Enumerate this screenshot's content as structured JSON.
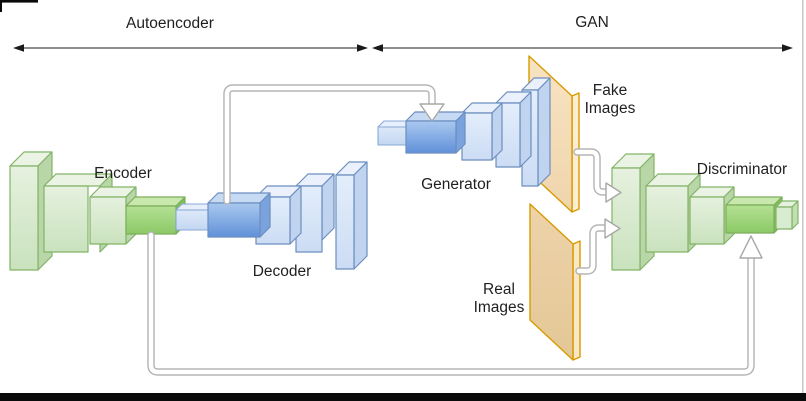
{
  "diagram": {
    "sections": [
      {
        "label": "Autoencoder"
      },
      {
        "label": "GAN"
      }
    ],
    "nodes": {
      "encoder": {
        "label": "Encoder"
      },
      "decoder": {
        "label": "Decoder"
      },
      "generator": {
        "label": "Generator"
      },
      "discriminator": {
        "label": "Discriminator"
      },
      "fake_images": {
        "line1": "Fake",
        "line2": "Images"
      },
      "real_images": {
        "line1": "Real",
        "line2": "Images"
      }
    },
    "colors": {
      "green_fill": "#d5e8d4",
      "green_border": "#82b366",
      "green_accent": "#97d077",
      "blue_fill": "#dae8fc",
      "blue_border": "#6c8ebf",
      "blue_accent": "#7ea6e0",
      "orange_fill": "#ffe6cc",
      "orange_border": "#d79b00",
      "pipe_gray": "#b5b5b5",
      "arrow_dark": "#4a4a4a"
    }
  }
}
